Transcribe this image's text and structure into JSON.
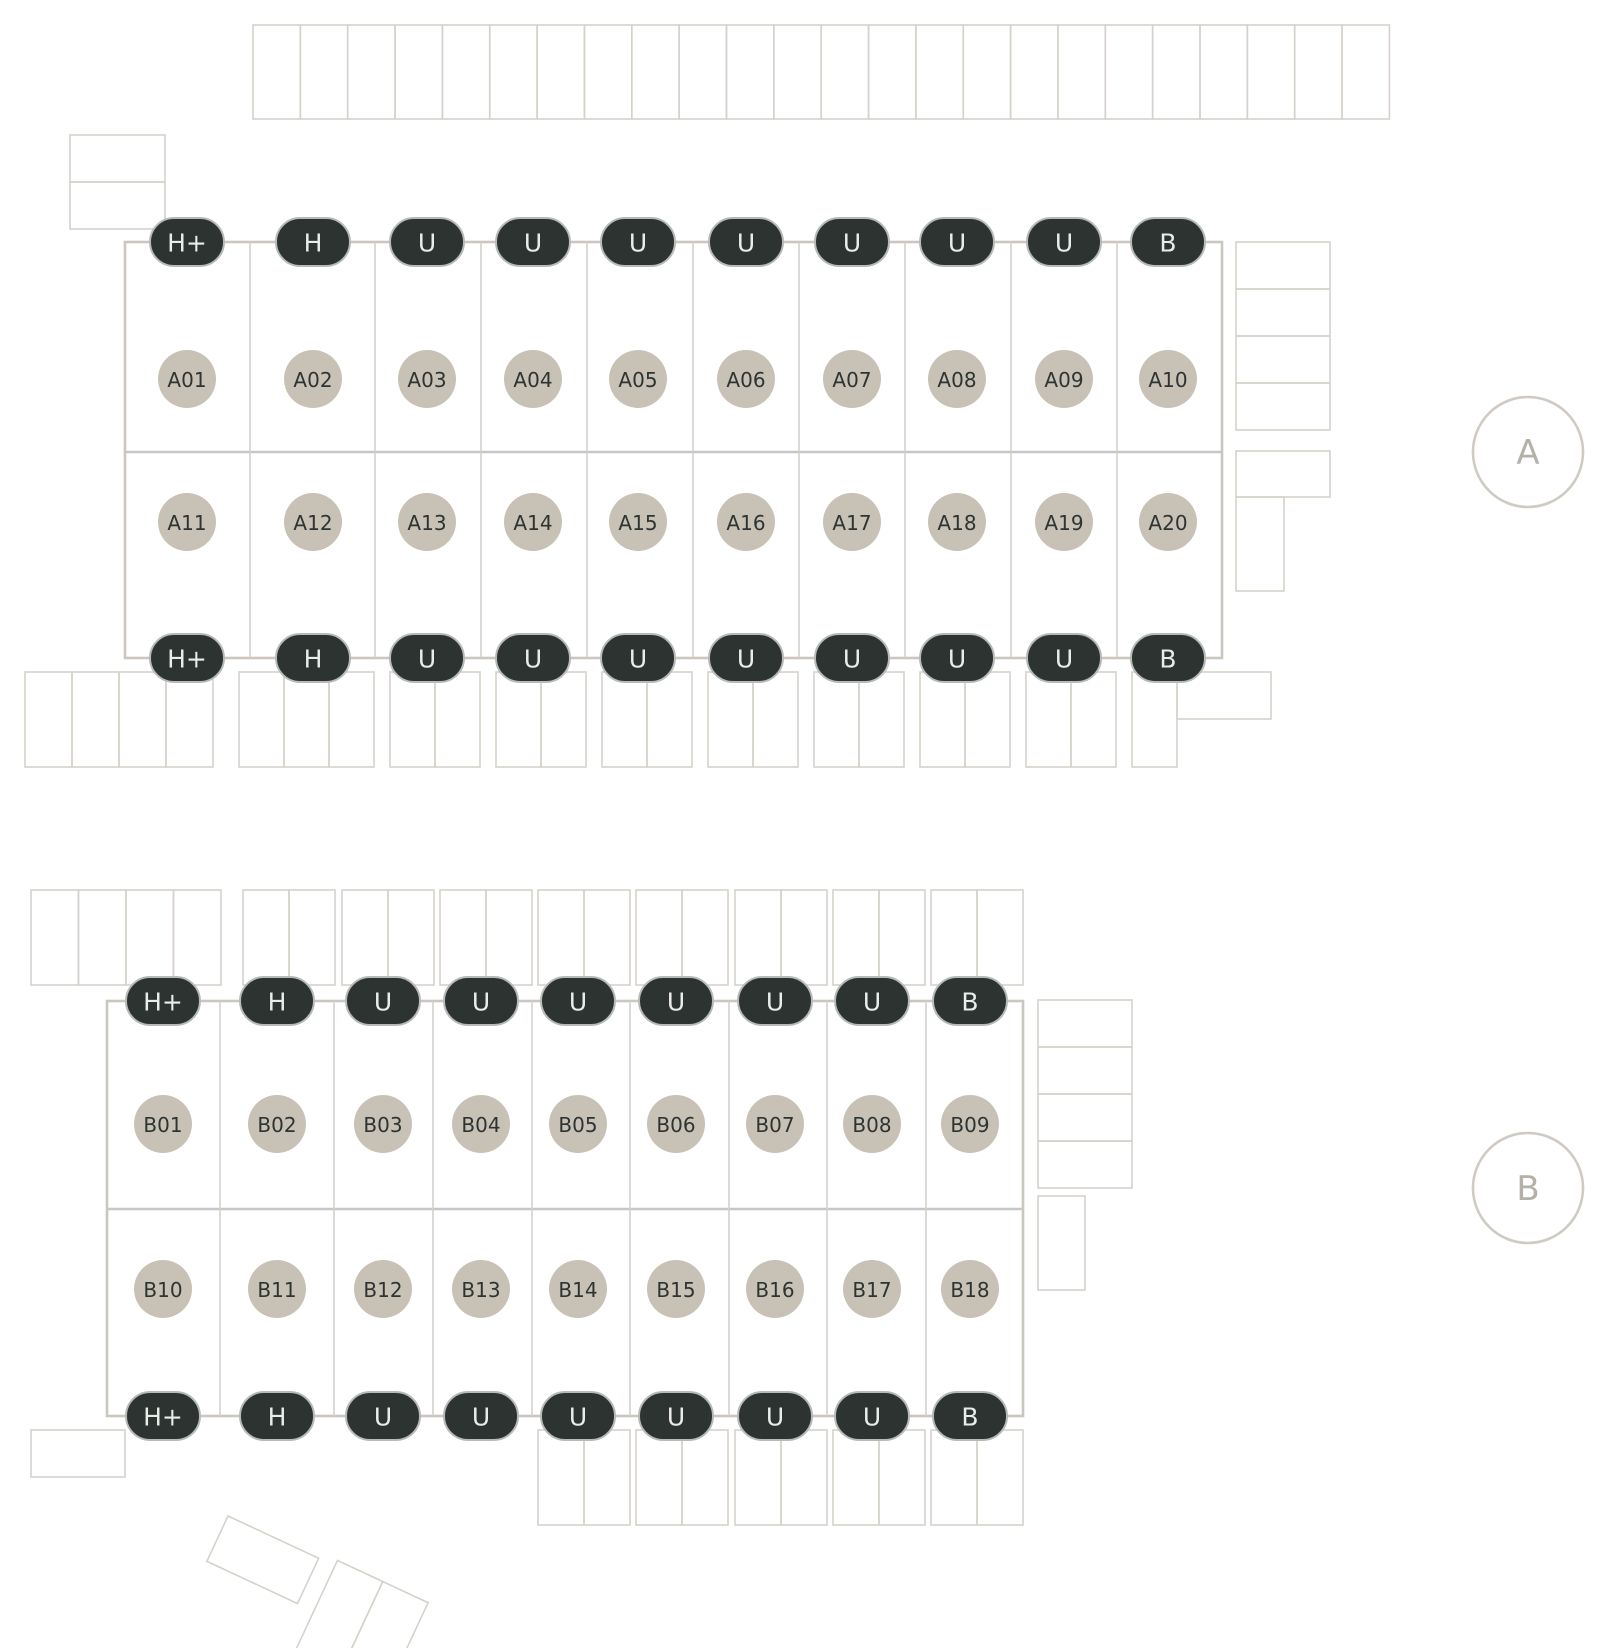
{
  "block_a": {
    "marker": "A",
    "top_tags": [
      "H+",
      "H",
      "U",
      "U",
      "U",
      "U",
      "U",
      "U",
      "U",
      "B"
    ],
    "top_units": [
      "A01",
      "A02",
      "A03",
      "A04",
      "A05",
      "A06",
      "A07",
      "A08",
      "A09",
      "A10"
    ],
    "bottom_units": [
      "A11",
      "A12",
      "A13",
      "A14",
      "A15",
      "A16",
      "A17",
      "A18",
      "A19",
      "A20"
    ],
    "bottom_tags": [
      "H+",
      "H",
      "U",
      "U",
      "U",
      "U",
      "U",
      "U",
      "U",
      "B"
    ]
  },
  "block_b": {
    "marker": "B",
    "top_tags": [
      "H+",
      "H",
      "U",
      "U",
      "U",
      "U",
      "U",
      "U",
      "B"
    ],
    "top_units": [
      "B01",
      "B02",
      "B03",
      "B04",
      "B05",
      "B06",
      "B07",
      "B08",
      "B09"
    ],
    "bottom_units": [
      "B10",
      "B11",
      "B12",
      "B13",
      "B14",
      "B15",
      "B16",
      "B17",
      "B18"
    ],
    "bottom_tags": [
      "H+",
      "H",
      "U",
      "U",
      "U",
      "U",
      "U",
      "U",
      "B"
    ]
  },
  "colors": {
    "tag_fill": "#2c3331",
    "tag_text": "#e9ece9",
    "unit_fill": "#c8c1b6",
    "unit_text": "#2e3432",
    "line": "#d6d2cb"
  }
}
